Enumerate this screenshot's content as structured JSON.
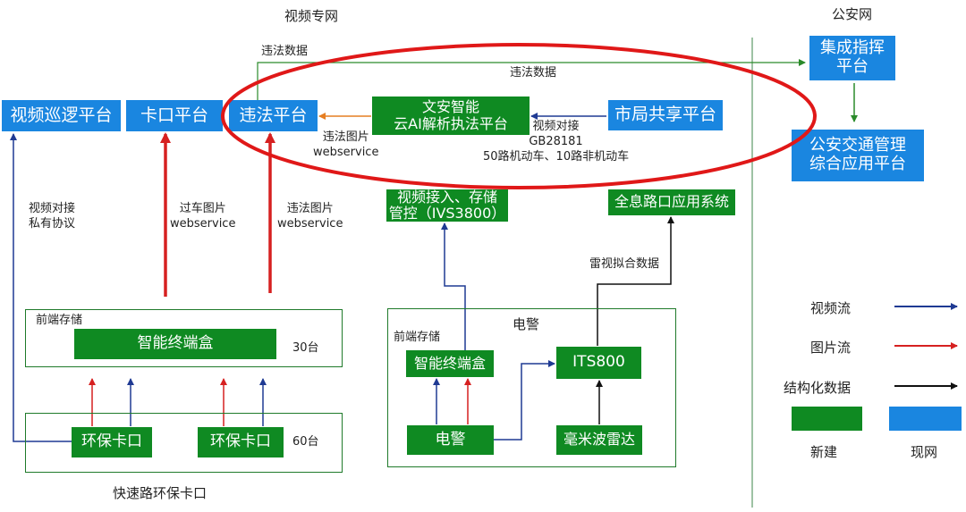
{
  "headings": {
    "video_network": "视频专网",
    "police_network": "公安网"
  },
  "platforms": {
    "video_patrol": "视频巡逻平台",
    "checkpoint": "卡口平台",
    "violation": "违法平台",
    "wenan_ai": "文安智能\n云AI解析执法平台",
    "city_share": "市局共享平台",
    "command": "集成指挥\n平台",
    "traffic_mgmt": "公安交通管理\n综合应用平台",
    "video_access": "视频接入、存储\n管控（IVS3800）",
    "holo_intersection": "全息路口应用系统"
  },
  "devices": {
    "terminal_box_left": "智能终端盒",
    "env_checkpoint_1": "环保卡口",
    "env_checkpoint_2": "环保卡口",
    "terminal_box_right": "智能终端盒",
    "its800": "ITS800",
    "e_police": "电警",
    "radar": "毫米波雷达"
  },
  "labels": {
    "violation_data_1": "违法数据",
    "violation_data_2": "违法数据",
    "violation_image_ws_1": "违法图片\nwebservice",
    "video_docking_gb": "视频对接\nGB28181\n50路机动车、10路非机动车",
    "video_docking_private": "视频对接\n私有协议",
    "passing_image_ws": "过车图片\nwebservice",
    "violation_image_ws_2": "违法图片\nwebservice",
    "radar_video_fusion": "雷视拟合数据",
    "front_storage_left": "前端存储",
    "count_30": "30台",
    "count_60": "60台",
    "front_storage_right": "前端存储",
    "e_police_group": "电警",
    "expressway_group": "快速路环保卡口"
  },
  "legend": {
    "video_flow": "视频流",
    "image_flow": "图片流",
    "structured_data": "结构化数据",
    "new_build": "新建",
    "existing_network": "现网"
  },
  "colors": {
    "existing_blue": "#1a86e0",
    "new_green": "#0f8a22",
    "video_flow_navy": "#1f3a93",
    "image_flow_red": "#d62020",
    "structured_black": "#111111",
    "violation_orange": "#e67e22",
    "highlight_ellipse": "#e01818"
  }
}
